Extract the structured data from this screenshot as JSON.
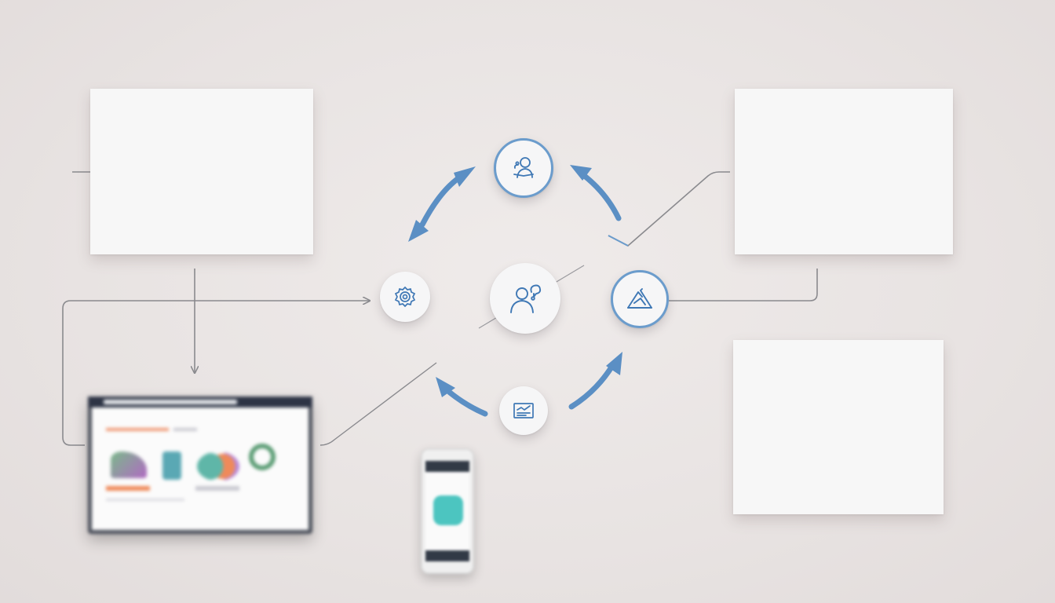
{
  "diagram": {
    "cards": [
      {
        "id": "top-left",
        "text": ""
      },
      {
        "id": "top-right",
        "text": ""
      },
      {
        "id": "bottom-right",
        "text": ""
      }
    ],
    "cycle_nodes": [
      {
        "id": "top",
        "icon": "person-book-icon"
      },
      {
        "id": "left",
        "icon": "gear-cog-icon"
      },
      {
        "id": "center",
        "icon": "person-chat-icon"
      },
      {
        "id": "right",
        "icon": "warning-triangle-icon"
      },
      {
        "id": "bottom",
        "icon": "document-chart-icon"
      }
    ],
    "devices": [
      {
        "id": "laptop",
        "icon": "laptop-dashboard-icon"
      },
      {
        "id": "phone",
        "icon": "smartphone-app-icon"
      }
    ],
    "colors": {
      "accent": "#5b8fc4",
      "connector": "#8a8a8e",
      "background": "#ebe6e5",
      "card": "#f7f7f7",
      "teal": "#4cc5c0"
    }
  }
}
